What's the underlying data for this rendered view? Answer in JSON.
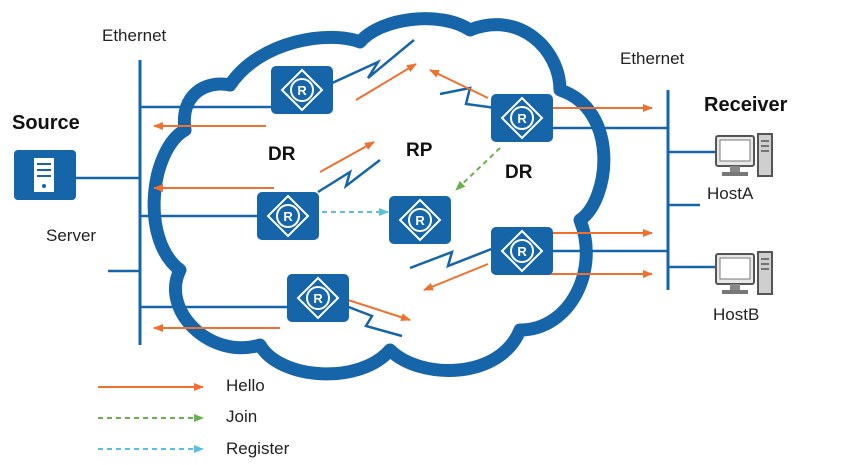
{
  "labels": {
    "ethernet_left": "Ethernet",
    "ethernet_right": "Ethernet",
    "source": "Source",
    "server": "Server",
    "receiver": "Receiver",
    "dr_left": "DR",
    "dr_right": "DR",
    "rp": "RP",
    "host_a": "HostA",
    "host_b": "HostB"
  },
  "legend": {
    "hello": "Hello",
    "join": "Join",
    "register": "Register"
  },
  "colors": {
    "cloud": "#1565a8",
    "router": "#1565a8",
    "hello": "#f07030",
    "join": "#6ab04c",
    "register": "#5bc0e0",
    "link": "#1565a8"
  },
  "icons": {
    "router": "router-icon",
    "server": "server-icon",
    "host": "host-pc-icon"
  }
}
